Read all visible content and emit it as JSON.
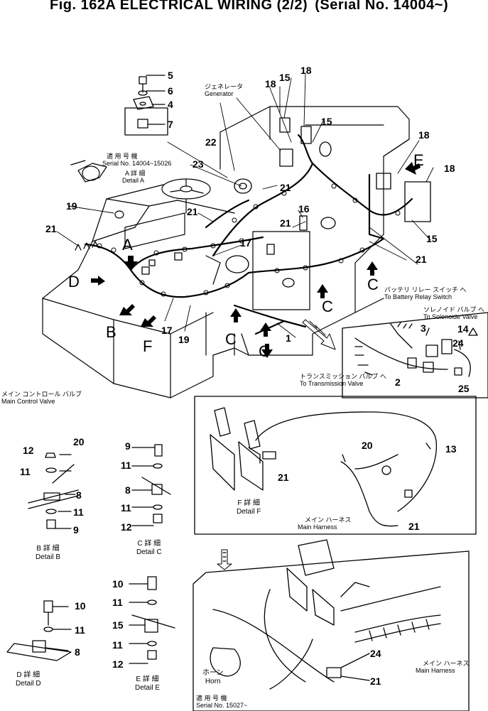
{
  "title": {
    "text": "Fig. 162A ELECTRICAL WIRING (2/2)",
    "serial": "(Serial No. 14004~)"
  },
  "callouts": {
    "n1": "1",
    "n2": "2",
    "n3": "3",
    "n4": "4",
    "n5": "5",
    "n6": "6",
    "n7": "7",
    "n8": "8",
    "n9": "9",
    "n10": "10",
    "n11": "11",
    "n12": "12",
    "n13": "13",
    "n14": "14",
    "n15": "15",
    "n16": "16",
    "n17": "17",
    "n18": "18",
    "n19": "19",
    "n20": "20",
    "n21": "21",
    "n22": "22",
    "n23": "23",
    "n24": "24",
    "n25": "25"
  },
  "letters": {
    "a": "A",
    "b": "B",
    "c": "C",
    "d": "D",
    "e": "E",
    "f": "F"
  },
  "notes": {
    "generator_jp": "ジェネレータ",
    "generator_en": "Generator",
    "detail_a_serial_jp": "適 用 号 機",
    "detail_a_serial_en": "Serial No. 14004~15026",
    "detail_a_jp": "A 詳 細",
    "detail_a_en": "Detail A",
    "battery_relay_jp": "バッテリ リレー スイッチ へ",
    "battery_relay_en": "To Battery Relay Switch",
    "solenoid_jp": "ソレノイド バルブ へ",
    "solenoid_en": "To Solenoide Valve",
    "transmission_jp": "トランスミッション バルブ へ",
    "transmission_en": "To Transmission Valve",
    "main_control_jp": "メイン コントロール バルブ",
    "main_control_en": "Main Control Valve",
    "detail_f_jp": "F 詳 細",
    "detail_f_en": "Detail F",
    "main_harness_jp": "メイン ハーネス",
    "main_harness_en": "Main Harness",
    "detail_b_jp": "B 詳 細",
    "detail_b_en": "Detail B",
    "detail_c_jp": "C 詳 細",
    "detail_c_en": "Detail C",
    "detail_d_jp": "D 詳 細",
    "detail_d_en": "Detail D",
    "detail_e_jp": "E 詳 細",
    "detail_e_en": "Detail E",
    "horn_jp": "ホーン",
    "horn_en": "Horn",
    "main_harness2_jp": "メイン ハーネス",
    "main_harness2_en": "Main Harness",
    "bottom_serial_jp": "適 用 号 機",
    "bottom_serial_en": "Serial No. 15027~"
  }
}
